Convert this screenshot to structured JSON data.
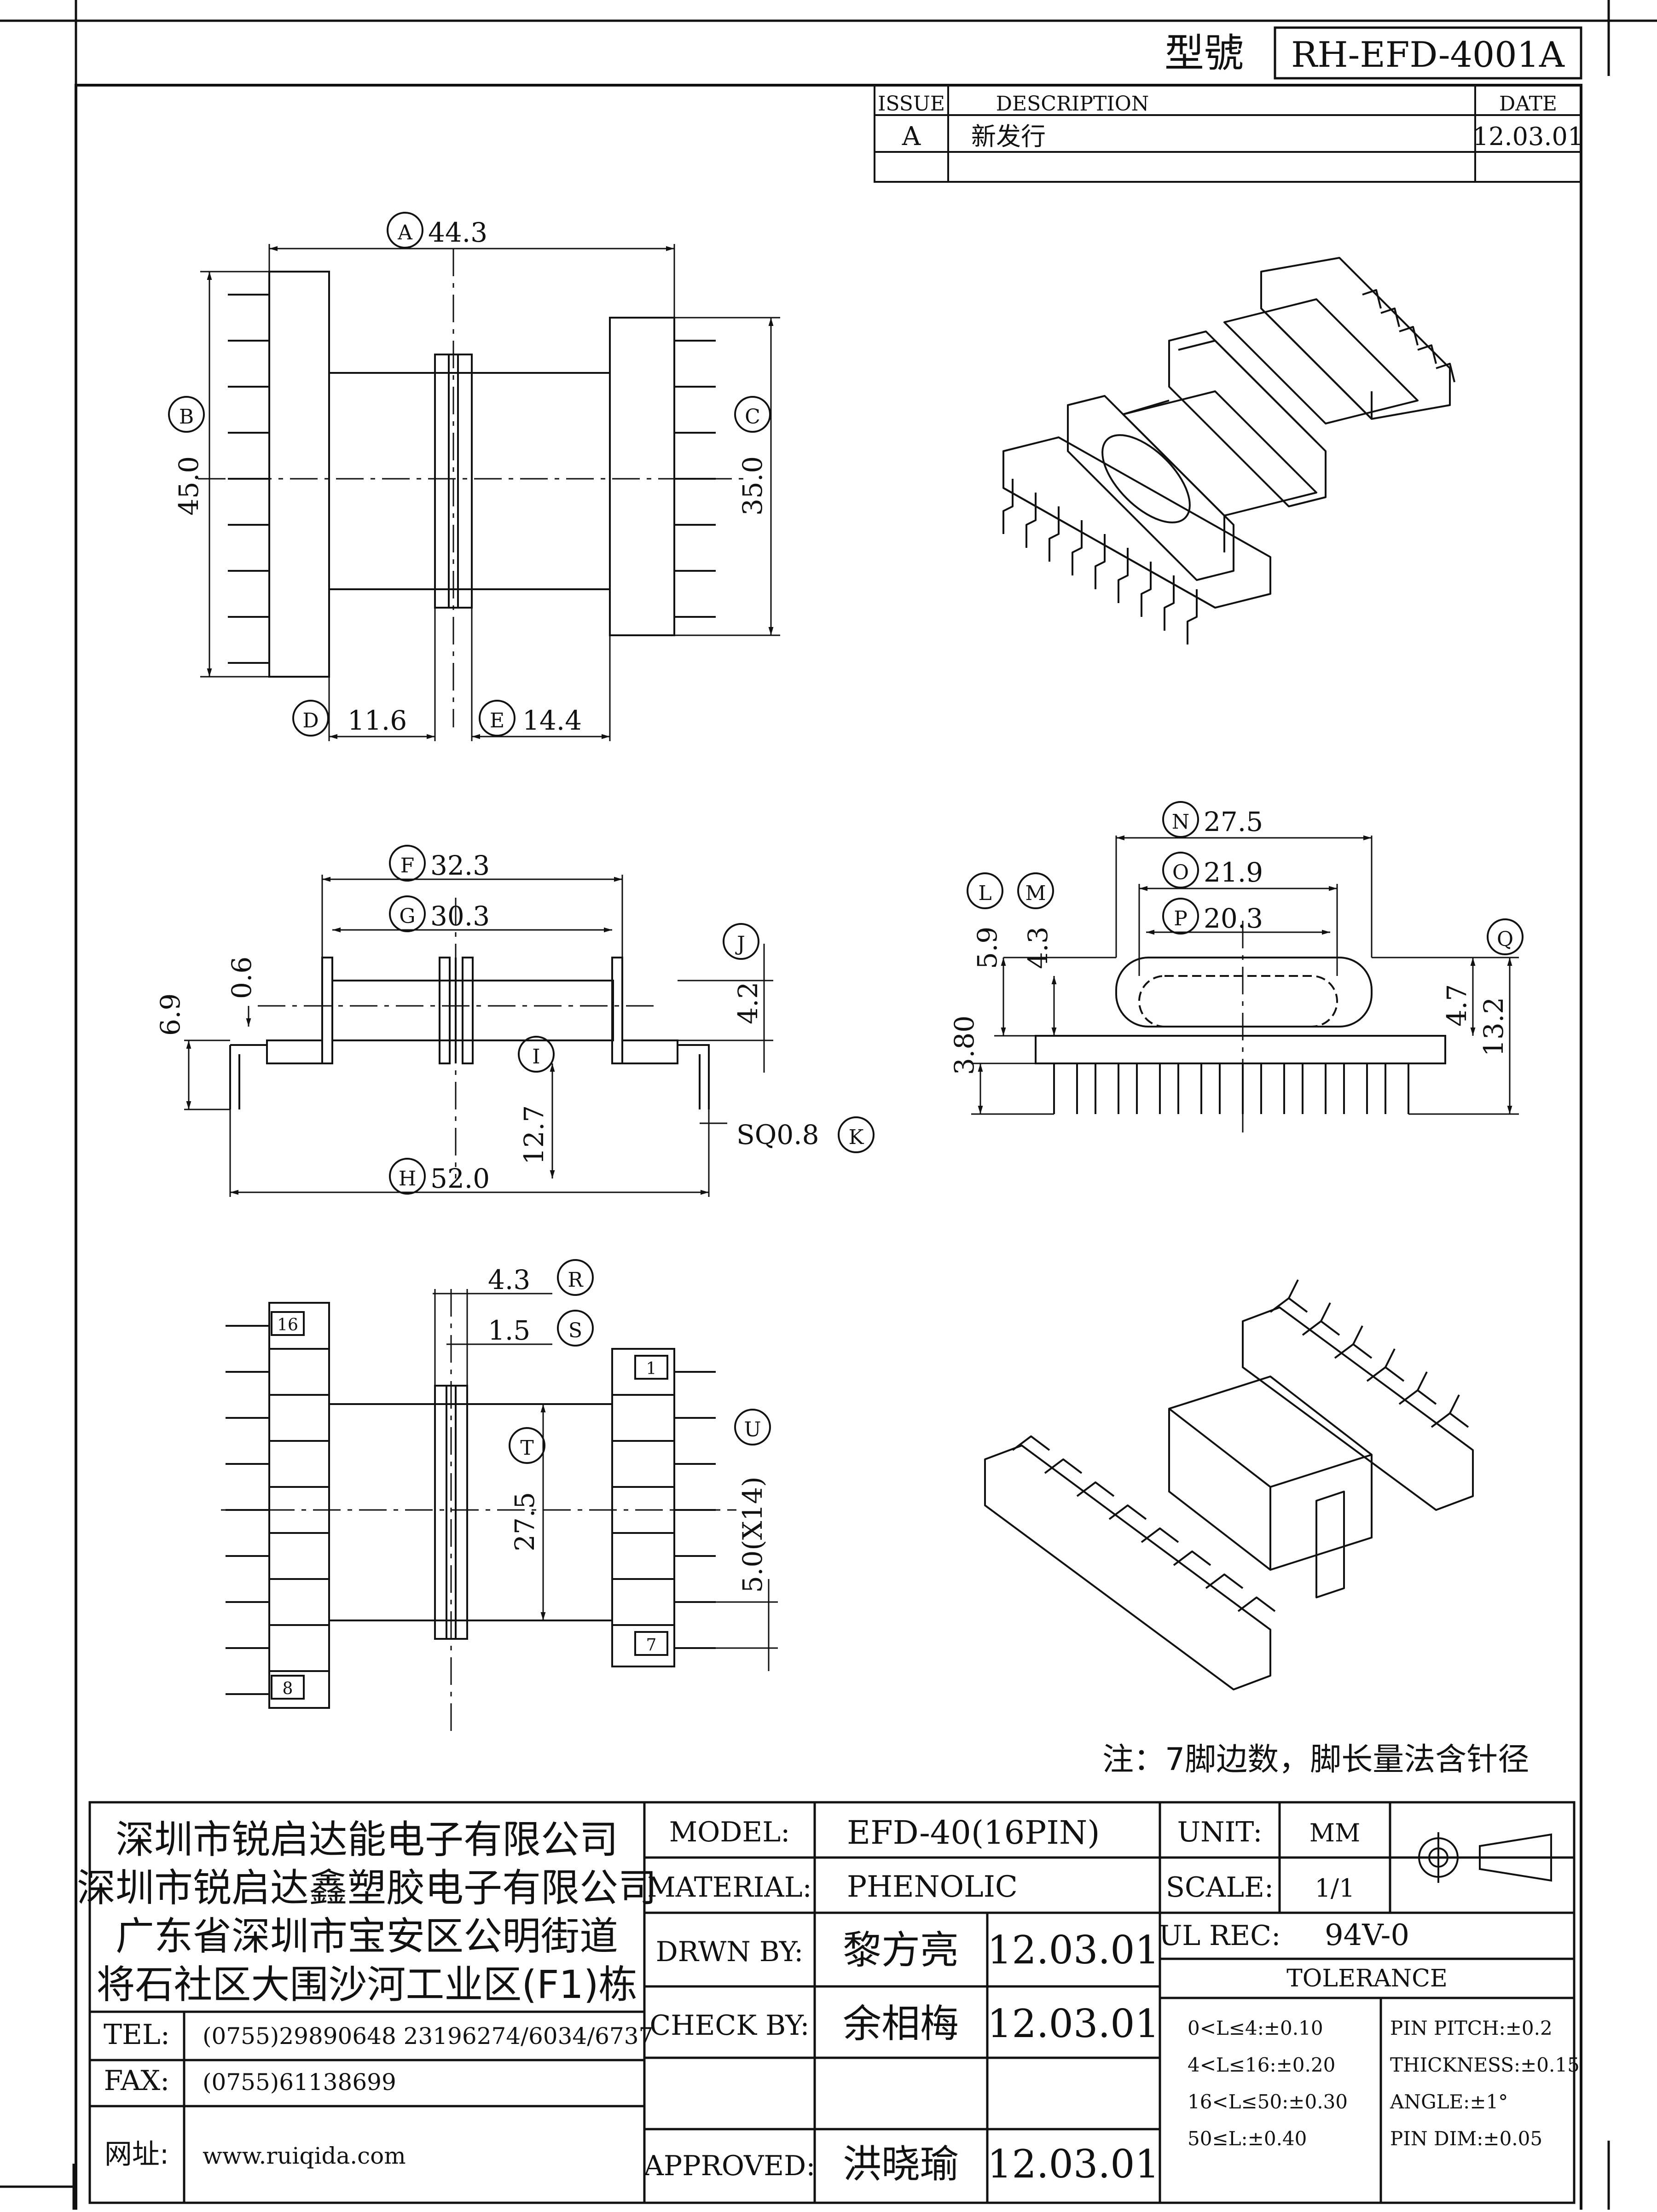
{
  "header": {
    "model_label": "型號",
    "model_number": "RH-EFD-4001A"
  },
  "revision_table": {
    "headers": [
      "ISSUE",
      "DESCRIPTION",
      "DATE"
    ],
    "rows": [
      {
        "issue": "A",
        "description": "新发行",
        "date": "12.03.01"
      }
    ]
  },
  "top_view": {
    "dim_A": "44.3",
    "tag_A": "A",
    "dim_B": "45.0",
    "tag_B": "B",
    "dim_C": "35.0",
    "tag_C": "C",
    "dim_D": "11.6",
    "tag_D": "D",
    "dim_E": "14.4",
    "tag_E": "E"
  },
  "side_view": {
    "dim_F": "32.3",
    "tag_F": "F",
    "dim_G": "30.3",
    "tag_G": "G",
    "dim_H": "52.0",
    "tag_H": "H",
    "tag_I": "I",
    "dim_J": "4.2",
    "tag_J": "J",
    "dim_K": "SQ0.8",
    "tag_K": "K",
    "dim_69": "6.9",
    "dim_06": "0.6",
    "dim_127": "12.7"
  },
  "end_view": {
    "dim_N": "27.5",
    "tag_N": "N",
    "dim_O": "21.9",
    "tag_O": "O",
    "dim_P": "20.3",
    "tag_P": "P",
    "tag_L": "L",
    "tag_M": "M",
    "tag_Q": "Q",
    "dim_59": "5.9",
    "dim_43": "4.3",
    "dim_380": "3.80",
    "dim_47": "4.7",
    "dim_132": "13.2"
  },
  "bottom_view": {
    "dim_R": "4.3",
    "tag_R": "R",
    "dim_S": "1.5",
    "tag_S": "S",
    "dim_T": "27.5",
    "tag_T": "T",
    "dim_U": "5.0(X14)",
    "tag_U": "U",
    "pin_16": "16",
    "pin_1": "1",
    "pin_7": "7",
    "pin_8": "8"
  },
  "note": "注：7脚边数，脚长量法含针径",
  "title_block": {
    "company_lines": [
      "深圳市锐启达能电子有限公司",
      "深圳市锐启达鑫塑胶电子有限公司",
      "广东省深圳市宝安区公明街道",
      "将石社区大围沙河工业区(F1)栋"
    ],
    "contacts": [
      {
        "label": "TEL:",
        "value": "(0755)29890648  23196274/6034/6737"
      },
      {
        "label": "FAX:",
        "value": "(0755)61138699"
      },
      {
        "label": "网址:",
        "value": "www.ruiqida.com"
      }
    ],
    "model_label": "MODEL:",
    "model_value": "EFD-40(16PIN)",
    "material_label": "MATERIAL:",
    "material_value": "PHENOLIC",
    "drawn_label": "DRWN BY:",
    "drawn_name": "黎方亮",
    "drawn_date": "12.03.01",
    "check_label": "CHECK BY:",
    "check_name": "余相梅",
    "check_date": "12.03.01",
    "approved_label": "APPROVED:",
    "approved_name": "洪晓瑜",
    "approved_date": "12.03.01",
    "unit_label": "UNIT:",
    "unit_value": "MM",
    "scale_label": "SCALE:",
    "scale_value": "1/1",
    "ul_label": "UL REC:",
    "ul_value": "94V-0",
    "tolerance_label": "TOLERANCE",
    "tolerances": [
      "0<L≤4:±0.10",
      "4<L≤16:±0.20",
      "16<L≤50:±0.30",
      "50≤L:±0.40"
    ],
    "pin_tolerances": [
      "PIN PITCH:±0.2",
      "THICKNESS:±0.15",
      "ANGLE:±1°",
      "PIN DIM:±0.05"
    ]
  }
}
